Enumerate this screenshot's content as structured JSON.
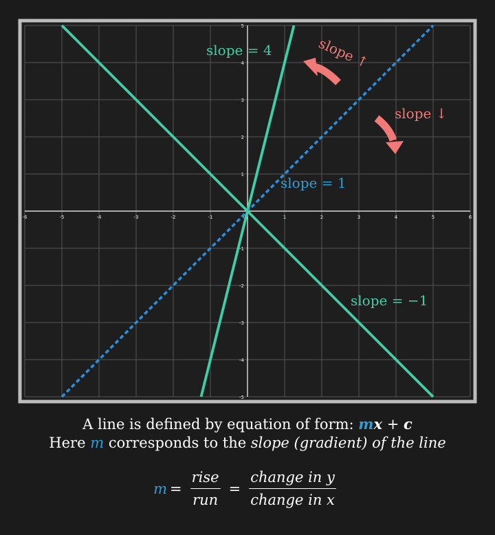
{
  "chart_data": {
    "type": "line",
    "xlim": [
      -6,
      6
    ],
    "ylim": [
      -5,
      5
    ],
    "grid": true,
    "x_ticks": [
      -6,
      -5,
      -4,
      -3,
      -2,
      -1,
      0,
      1,
      2,
      3,
      4,
      5,
      6
    ],
    "y_ticks": [
      -5,
      -4,
      -3,
      -2,
      -1,
      1,
      2,
      3,
      4,
      5
    ],
    "series": [
      {
        "name": "slope = 4",
        "slope": 4,
        "intercept": 0,
        "x": [
          -1.25,
          1.25
        ],
        "y": [
          -5,
          5
        ],
        "style": "solid",
        "color": "#3ecfa6"
      },
      {
        "name": "slope = 1",
        "slope": 1,
        "intercept": 0,
        "x": [
          -5,
          5
        ],
        "y": [
          -5,
          5
        ],
        "style": "dashed",
        "color": "#2e8fd8"
      },
      {
        "name": "slope = −1",
        "slope": -1,
        "intercept": 0,
        "x": [
          -5,
          5
        ],
        "y": [
          5,
          -5
        ],
        "style": "solid",
        "color": "#3ecfa6"
      }
    ],
    "annotations": [
      {
        "text": "slope = 4",
        "color": "#3ecfa6"
      },
      {
        "text": "slope = 1",
        "color": "#2e9ed8"
      },
      {
        "text": "slope = −1",
        "color": "#3ecfa6"
      },
      {
        "text": "slope ↑",
        "color": "#f07a78"
      },
      {
        "text": "slope ↓",
        "color": "#f07a78"
      }
    ]
  },
  "colors": {
    "background": "#1b1b1b",
    "frame": "#bdbdbd",
    "plot_bg": "#1e1e1e",
    "grid": "#555555",
    "axis": "#ffffff",
    "accent_line": "#3ecfa6",
    "accent_dashed": "#2e8fd8",
    "arrow": "#f07a78"
  },
  "caption": {
    "line1_text": "A line is defined by equation of form:",
    "m": "m",
    "x": "x",
    "plus": "+",
    "c": "c",
    "line2_prefix": "Here",
    "line2_mid": "corresponds to the",
    "line2_italic": "slope (gradient) of the line"
  },
  "formula": {
    "m": "m",
    "eq": "=",
    "rise": "rise",
    "run": "run",
    "change_y": "change in y",
    "change_x": "change in x"
  }
}
